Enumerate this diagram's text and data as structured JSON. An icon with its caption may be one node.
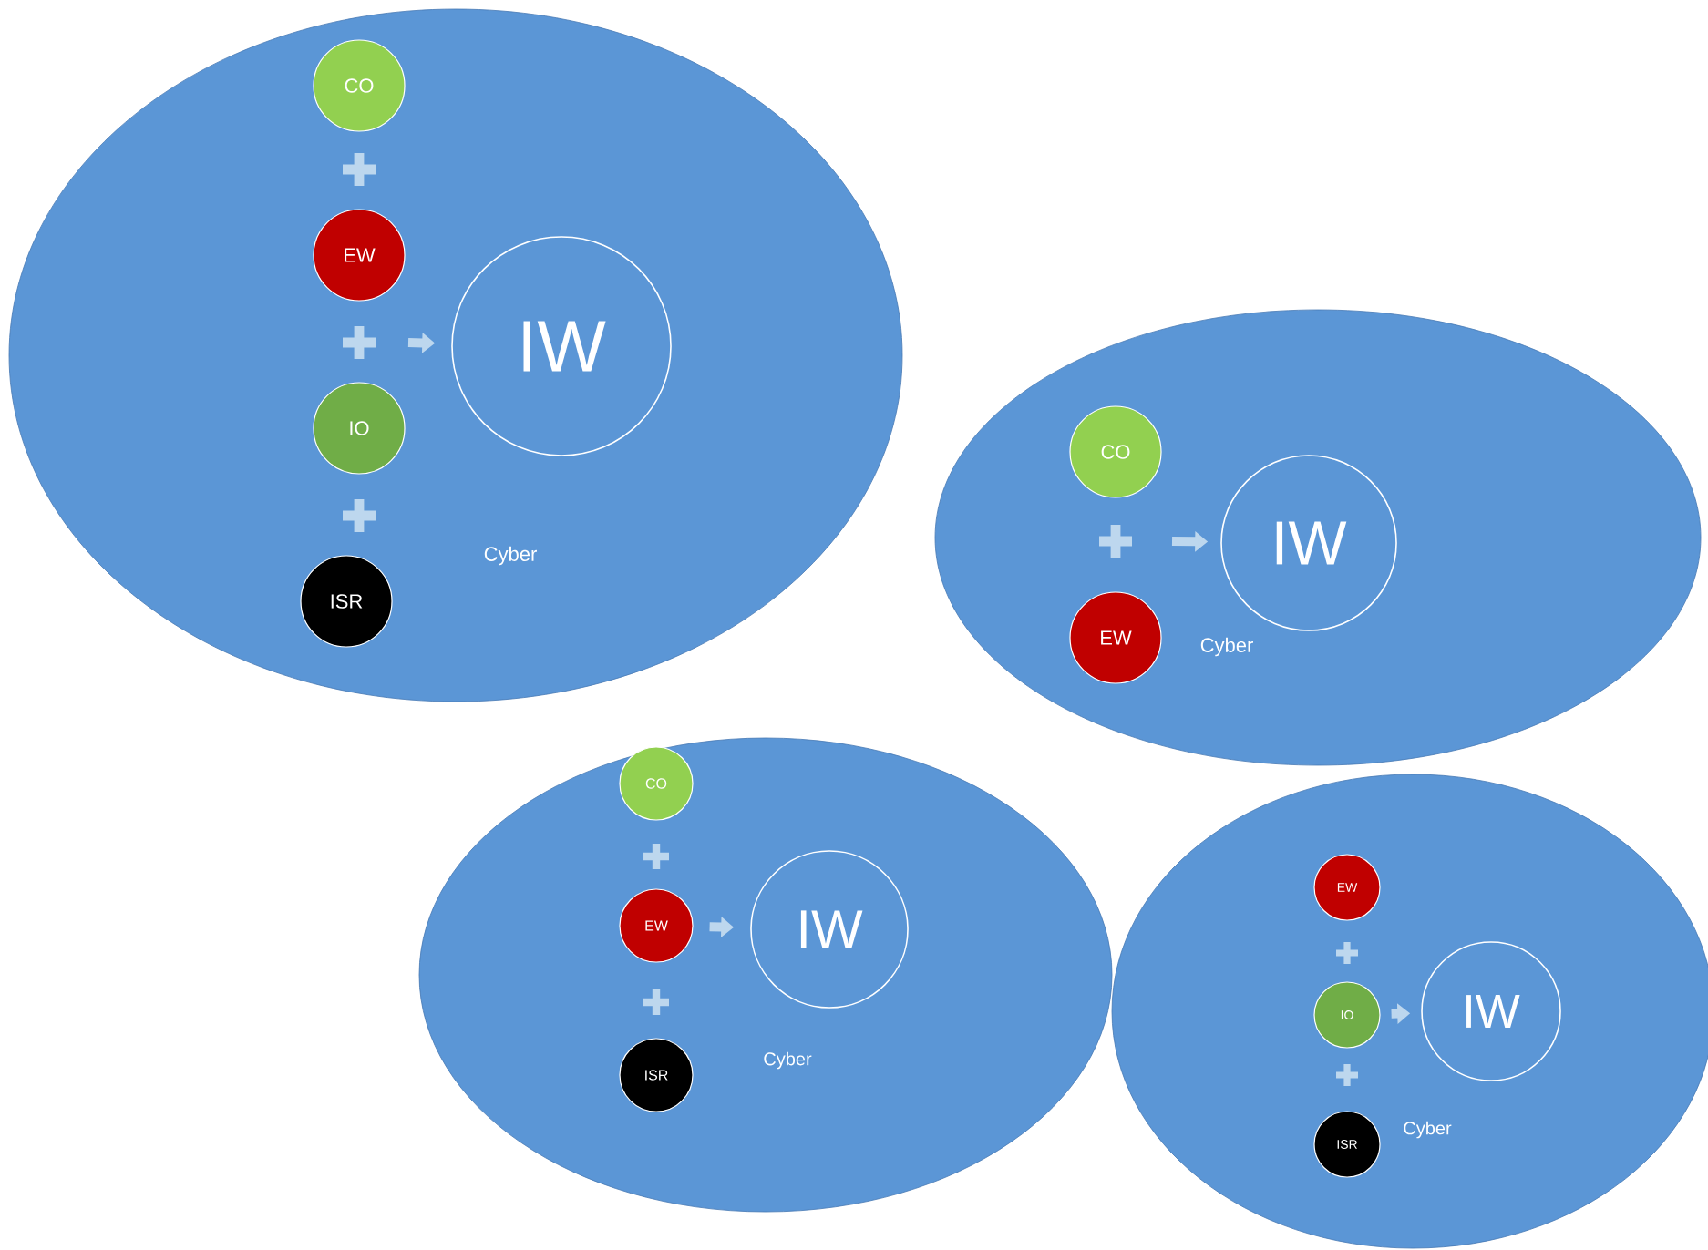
{
  "diagram": {
    "nodes": [
      {
        "text": [
          "Cyber"
        ]
      },
      {
        "text": [
          "CO"
        ],
        "in": 0
      },
      {
        "text": [
          "EW"
        ],
        "in": 0
      },
      {
        "text": [
          "IO"
        ],
        "in": 0
      },
      {
        "text": [
          "ISR"
        ],
        "in": 0
      },
      {
        "text": [
          "IW"
        ],
        "in": 0
      },
      {
        "text": [
          "Cyber"
        ]
      },
      {
        "text": [
          "CO"
        ],
        "in": 6
      },
      {
        "text": [
          "EW"
        ],
        "in": 6
      },
      {
        "text": [
          "IW"
        ],
        "in": 6
      },
      {
        "text": [
          "Cyber"
        ]
      },
      {
        "text": [
          "CO"
        ],
        "in": 10
      },
      {
        "text": [
          "EW"
        ],
        "in": 10
      },
      {
        "text": [
          "ISR"
        ],
        "in": 10
      },
      {
        "text": [
          "IW"
        ],
        "in": 10
      },
      {
        "text": [
          "Cyber"
        ]
      },
      {
        "text": [
          "EW"
        ],
        "in": 15
      },
      {
        "text": [
          "IO"
        ],
        "in": 15
      },
      {
        "text": [
          "ISR"
        ],
        "in": 15
      },
      {
        "text": [
          "IW"
        ],
        "in": 15
      }
    ],
    "edges": [
      {
        "from": null,
        "to": 5,
        "arrow": "to"
      },
      {
        "from": null,
        "to": 9,
        "arrow": "to"
      },
      {
        "from": 12,
        "to": 14,
        "arrow": "to"
      },
      {
        "from": 17,
        "to": 19,
        "arrow": "to"
      }
    ]
  }
}
